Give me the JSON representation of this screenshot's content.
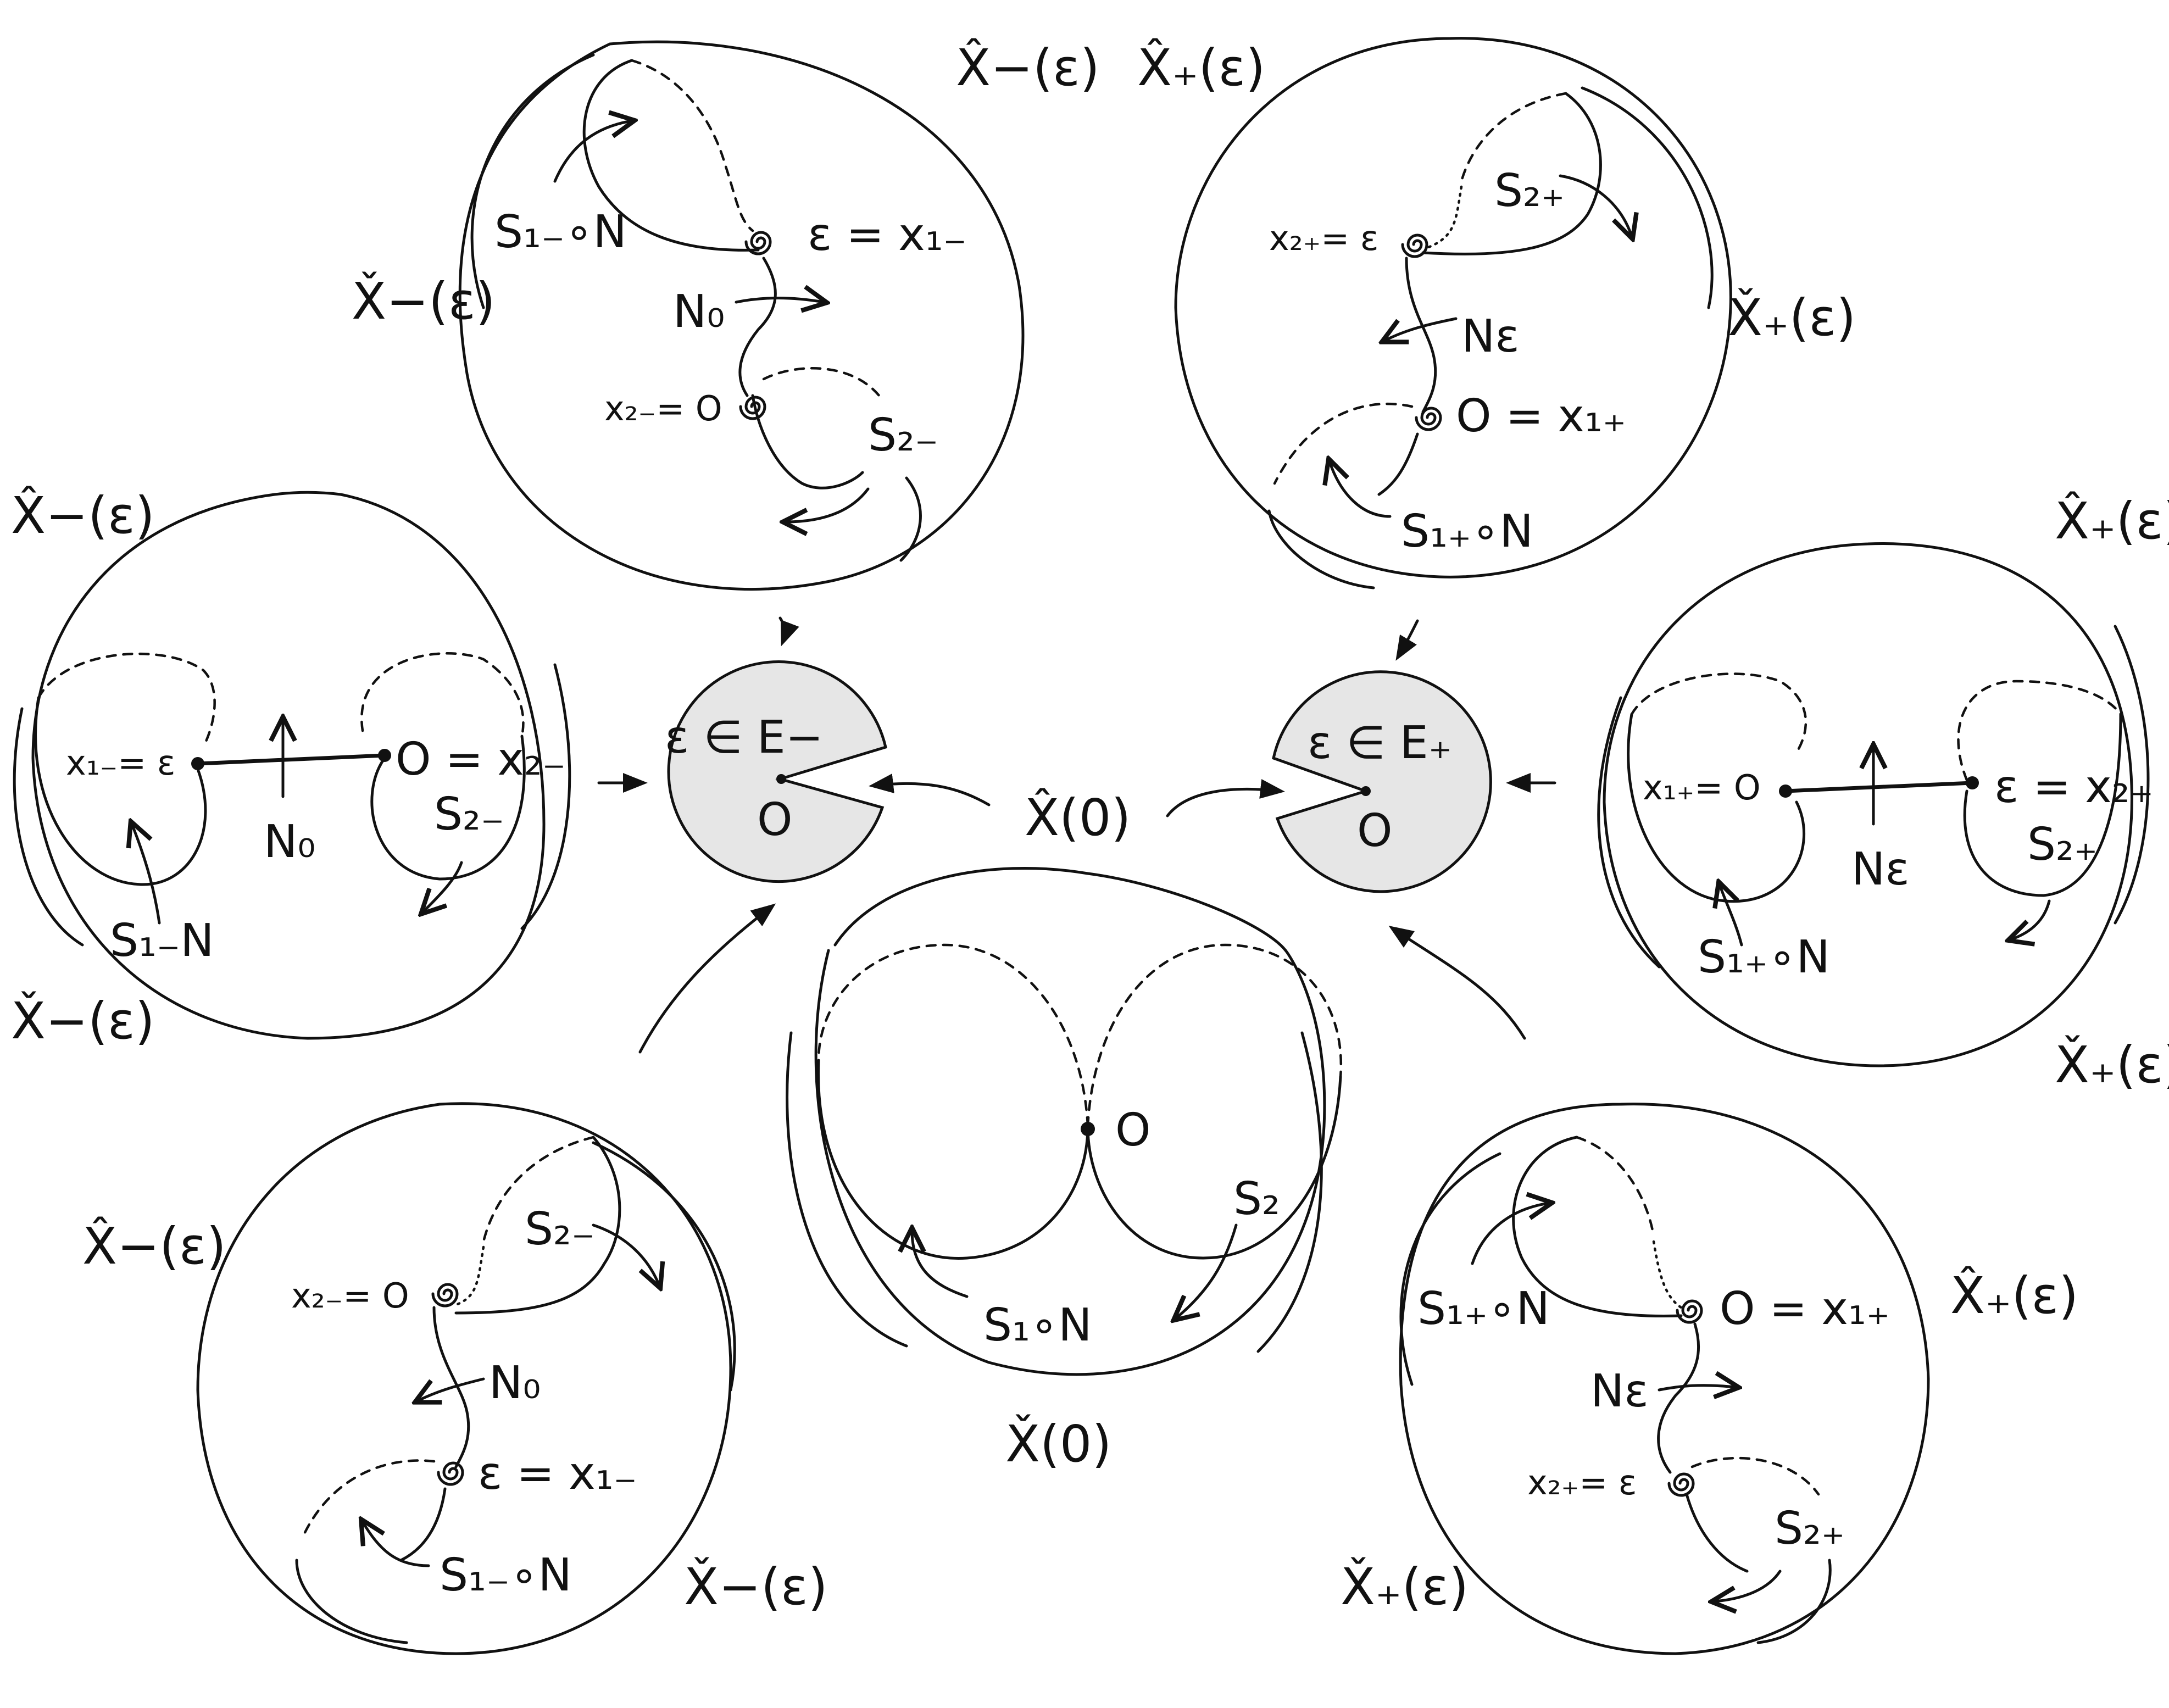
{
  "labels": {
    "center_right_top": "X̂(0)",
    "center_bottom": "X̌(0)",
    "center_O": "O",
    "center_S1N": "S₁∘N",
    "center_S2": "S₂",
    "diskL_eps": "ε ∈ E−",
    "diskL_O": "O",
    "diskR_eps": "ε ∈ E₊",
    "diskR_O": "O",
    "tl_hat": "X̂−(ε)",
    "tl_check": "X̌−(ε)",
    "tl_S1N": "S₁₋∘N",
    "tl_eps": "ε = x₁₋",
    "tl_N": "N₀",
    "tl_x2": "x₂₋= O",
    "tl_S2": "S₂₋",
    "tr_hat": "X̂₊(ε)",
    "tr_check": "X̌₊(ε)",
    "tr_x2": "x₂₊= ε",
    "tr_S2": "S₂₊",
    "tr_N": "Nε",
    "tr_O": "O = x₁₊",
    "tr_S1N": "S₁₊∘N",
    "ml_hat": "X̂−(ε)",
    "ml_check": "X̌−(ε)",
    "ml_x1": "x₁₋= ε",
    "ml_N": "N₀",
    "ml_O": "O = x₂₋",
    "ml_S2": "S₂₋",
    "ml_S1N": "S₁₋N",
    "mr_hat": "X̂₊(ε)",
    "mr_check": "X̌₊(ε)",
    "mr_x1": "x₁₊= O",
    "mr_N": "Nε",
    "mr_eps": "ε = x₂₊",
    "mr_S2": "S₂₊",
    "mr_S1N": "S₁₊∘N",
    "bl_hat": "X̂−(ε)",
    "bl_check": "X̌−(ε)",
    "bl_x2": "x₂₋= O",
    "bl_S2": "S₂₋",
    "bl_N": "N₀",
    "bl_eps": "ε = x₁₋",
    "bl_S1N": "S₁₋∘N",
    "br_hat": "X̂₊(ε)",
    "br_check": "X̌₊(ε)",
    "br_S1N": "S₁₊∘N",
    "br_O": "O = x₁₊",
    "br_N": "Nε",
    "br_x2": "x₂₊= ε",
    "br_S2": "S₂₊"
  }
}
